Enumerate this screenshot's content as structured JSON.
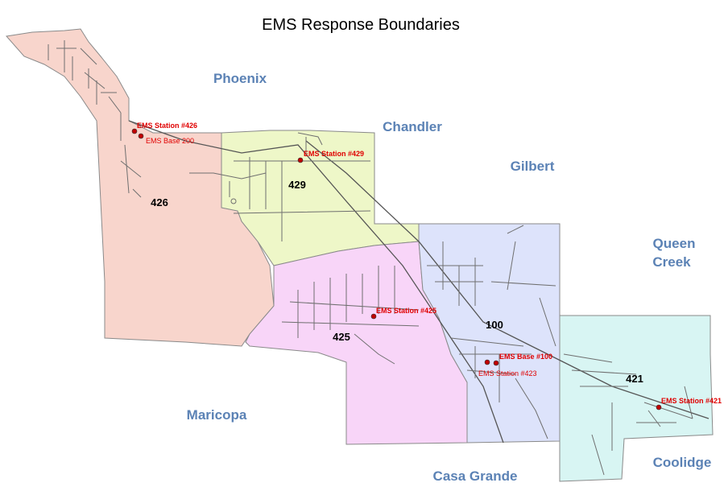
{
  "map": {
    "title": "EMS Response Boundaries",
    "colors": {
      "city_label": "#5b82b5",
      "station_label": "#e00000",
      "station_marker": "#c00000",
      "zone_426": "#f8d5cc",
      "zone_429": "#eef7c8",
      "zone_425": "#f8d5f8",
      "zone_100": "#dde3fb",
      "zone_421": "#d8f5f3"
    },
    "cities": {
      "phoenix": "Phoenix",
      "chandler": "Chandler",
      "gilbert": "Gilbert",
      "queen_creek_1": "Queen",
      "queen_creek_2": "Creek",
      "maricopa": "Maricopa",
      "casa_grande": "Casa Grande",
      "coolidge": "Coolidge"
    },
    "zones": {
      "z426": "426",
      "z429": "429",
      "z425": "425",
      "z100": "100",
      "z421": "421"
    },
    "stations": {
      "s426": "EMS Station #426",
      "b200": "EMS Base 200",
      "s429": "EMS Station #429",
      "s425": "EMS Station #425",
      "b100": "EMS Base #100",
      "s423": "EMS Station #423",
      "s421": "EMS Station #421"
    }
  }
}
